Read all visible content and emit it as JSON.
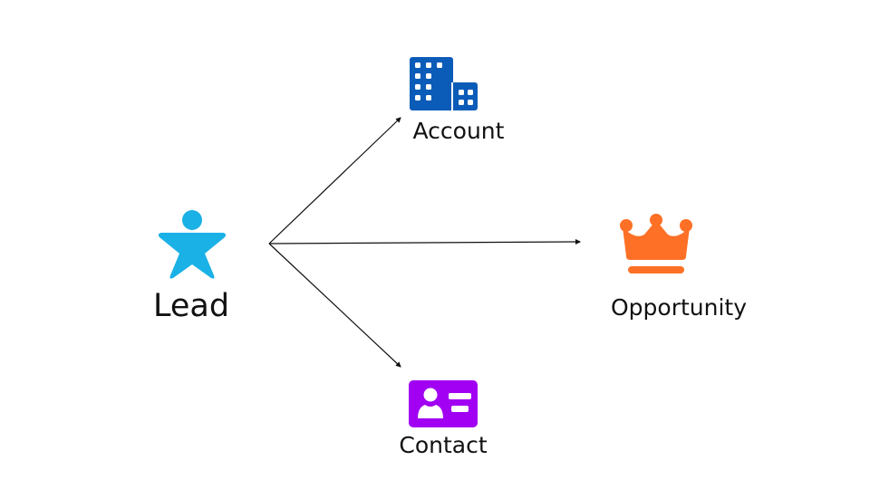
{
  "diagram": {
    "source": {
      "id": "lead",
      "label": "Lead",
      "icon": "lead-star-person-icon",
      "color": "#1ab1e6"
    },
    "targets": [
      {
        "id": "account",
        "label": "Account",
        "icon": "building-icon",
        "color": "#0b5cb8"
      },
      {
        "id": "opportunity",
        "label": "Opportunity",
        "icon": "crown-icon",
        "color": "#fd7026"
      },
      {
        "id": "contact",
        "label": "Contact",
        "icon": "contact-card-icon",
        "color": "#a100f2"
      }
    ],
    "edges": [
      {
        "from": "lead",
        "to": "account",
        "style": "arrow"
      },
      {
        "from": "lead",
        "to": "opportunity",
        "style": "arrow"
      },
      {
        "from": "lead",
        "to": "contact",
        "style": "arrow"
      }
    ],
    "line_color": "#111111",
    "background": "#ffffff"
  }
}
